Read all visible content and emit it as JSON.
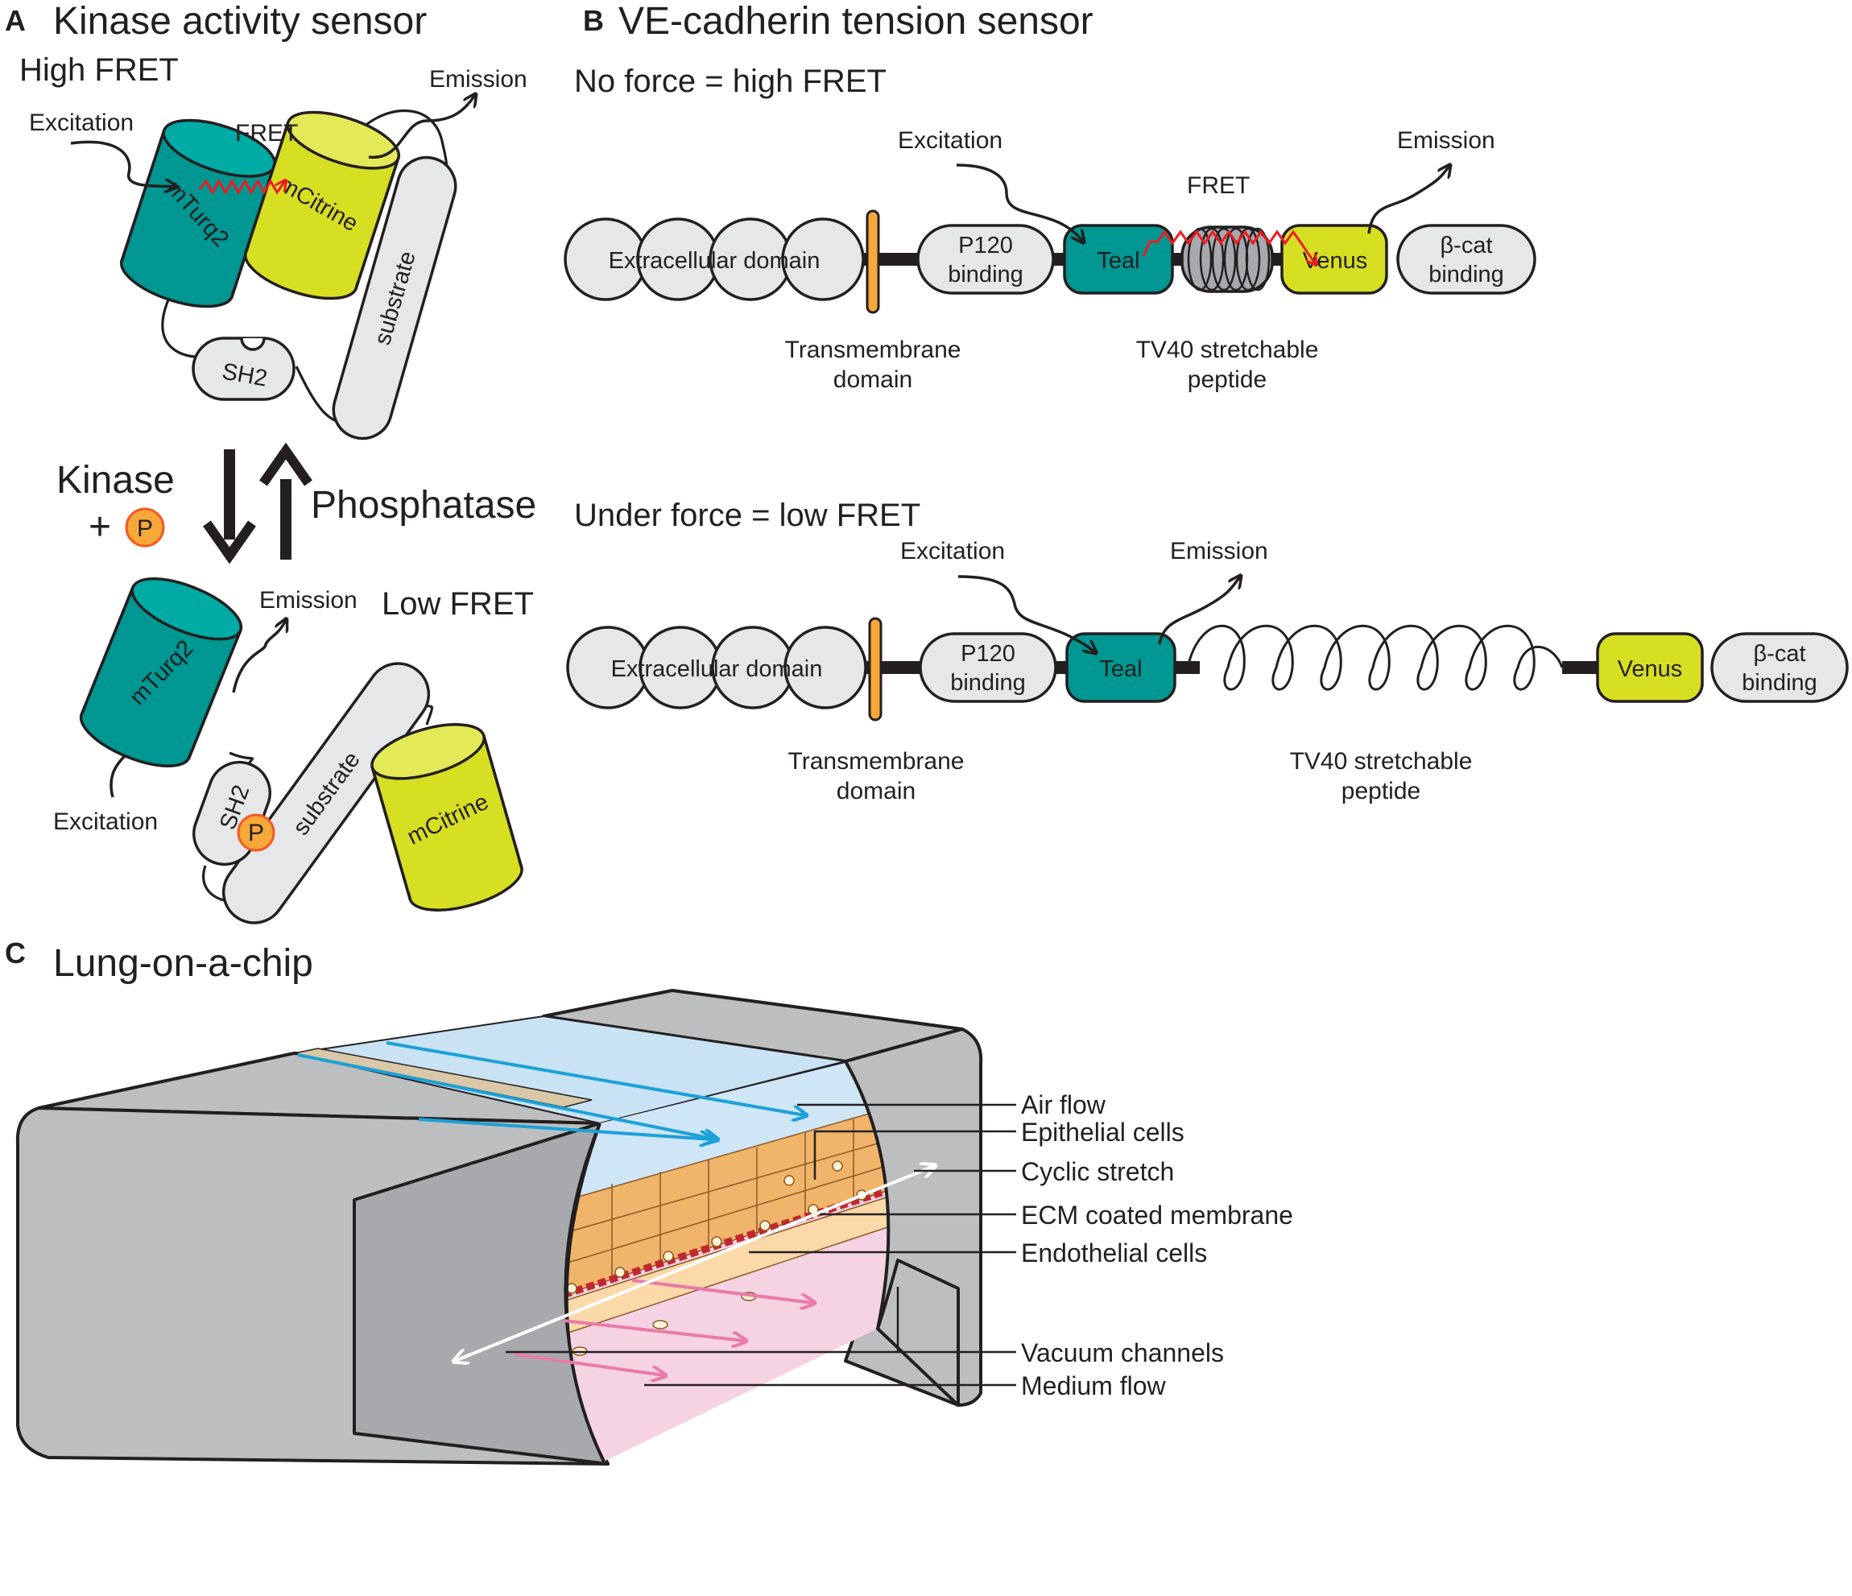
{
  "panel_a": {
    "letter": "A",
    "title": "Kinase activity sensor",
    "high_fret": "High FRET",
    "low_fret": "Low FRET",
    "excitation": "Excitation",
    "emission": "Emission",
    "fret": "FRET",
    "mturq2": "mTurq2",
    "mcitrine": "mCitrine",
    "substrate": "substrate",
    "sh2": "SH2",
    "kinase": "Kinase",
    "plus": "+",
    "phospho": "P",
    "phosphatase": "Phosphatase"
  },
  "panel_b": {
    "letter": "B",
    "title": "VE-cadherin tension sensor",
    "no_force": "No force = high FRET",
    "under_force": "Under force = low FRET",
    "excitation": "Excitation",
    "emission": "Emission",
    "fret": "FRET",
    "extracellular": "Extracellular domain",
    "p120_line1": "P120",
    "p120_line2": "binding",
    "teal": "Teal",
    "venus": "Venus",
    "bcat_line1": "β-cat",
    "bcat_line2": "binding",
    "tm_line1": "Transmembrane",
    "tm_line2": "domain",
    "tv40_line1": "TV40 stretchable",
    "tv40_line2": "peptide"
  },
  "panel_c": {
    "letter": "C",
    "title": "Lung-on-a-chip",
    "labels": {
      "air_flow": "Air flow",
      "epithelial": "Epithelial cells",
      "cyclic": "Cyclic stretch",
      "ecm": "ECM coated membrane",
      "endothelial": "Endothelial cells",
      "vacuum": "Vacuum channels",
      "medium": "Medium flow"
    }
  },
  "colors": {
    "teal": "#009691",
    "citrine": "#d7df23",
    "domain_grey": "#e6e7e8",
    "transmembrane_orange": "#f7a839",
    "fret_red": "#ed1c24",
    "air_blue": "#1ba1d8",
    "medium_pink": "#e97aa9",
    "chip_grey": "#bcbec0",
    "epithelial_orange": "#f0b46a",
    "endothelial_peach": "#fbd9a8"
  }
}
